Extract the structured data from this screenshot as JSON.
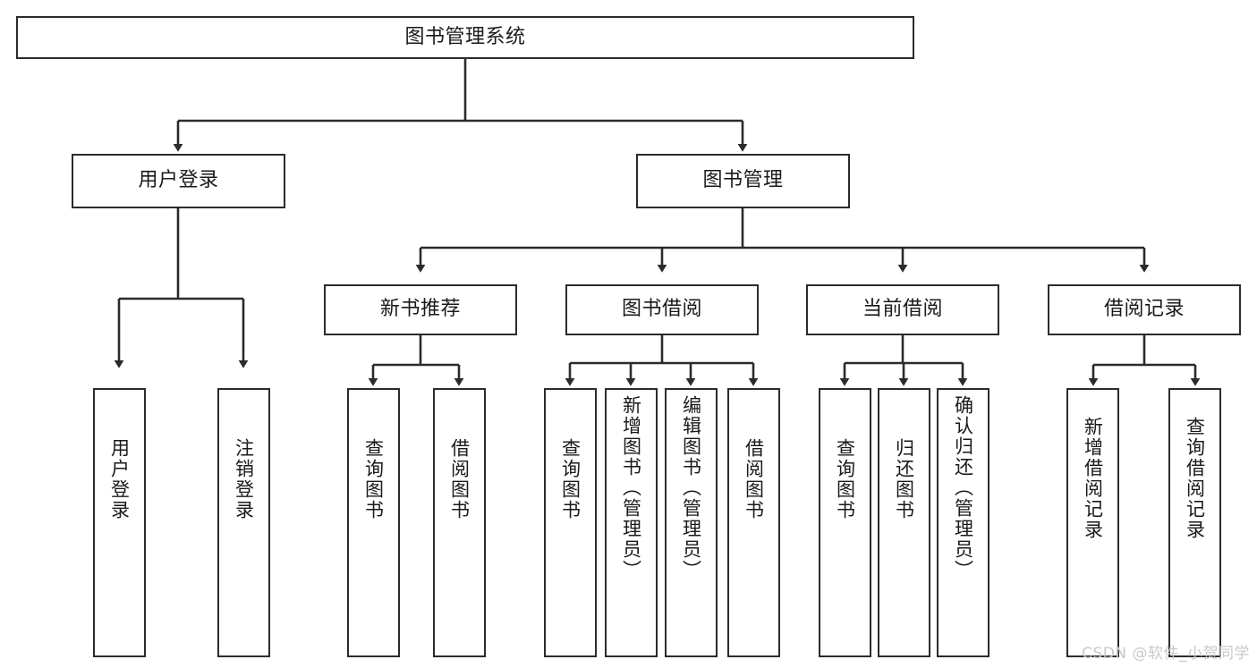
{
  "diagram": {
    "type": "tree",
    "title": "图书管理系统",
    "background": "#ffffff",
    "line_color": "#2b2b2b",
    "text_color": "#1a1a1a"
  },
  "nodes": {
    "root": {
      "label": "图书管理系统"
    },
    "level2": [
      {
        "label": "用户登录"
      },
      {
        "label": "图书管理"
      }
    ],
    "level3": [
      {
        "label": "新书推荐"
      },
      {
        "label": "图书借阅"
      },
      {
        "label": "当前借阅"
      },
      {
        "label": "借阅记录"
      }
    ],
    "leaves": [
      {
        "label": "用户登录"
      },
      {
        "label": "注销登录"
      },
      {
        "label": "查询图书"
      },
      {
        "label": "借阅图书"
      },
      {
        "label": "查询图书"
      },
      {
        "label": "新增图书（管理员）"
      },
      {
        "label": "编辑图书（管理员）"
      },
      {
        "label": "借阅图书"
      },
      {
        "label": "查询图书"
      },
      {
        "label": "归还图书"
      },
      {
        "label": "确认归还（管理员）"
      },
      {
        "label": "新增借阅记录"
      },
      {
        "label": "查询借阅记录"
      }
    ]
  },
  "watermark": {
    "text": "CSDN @软件_小贺同学"
  }
}
